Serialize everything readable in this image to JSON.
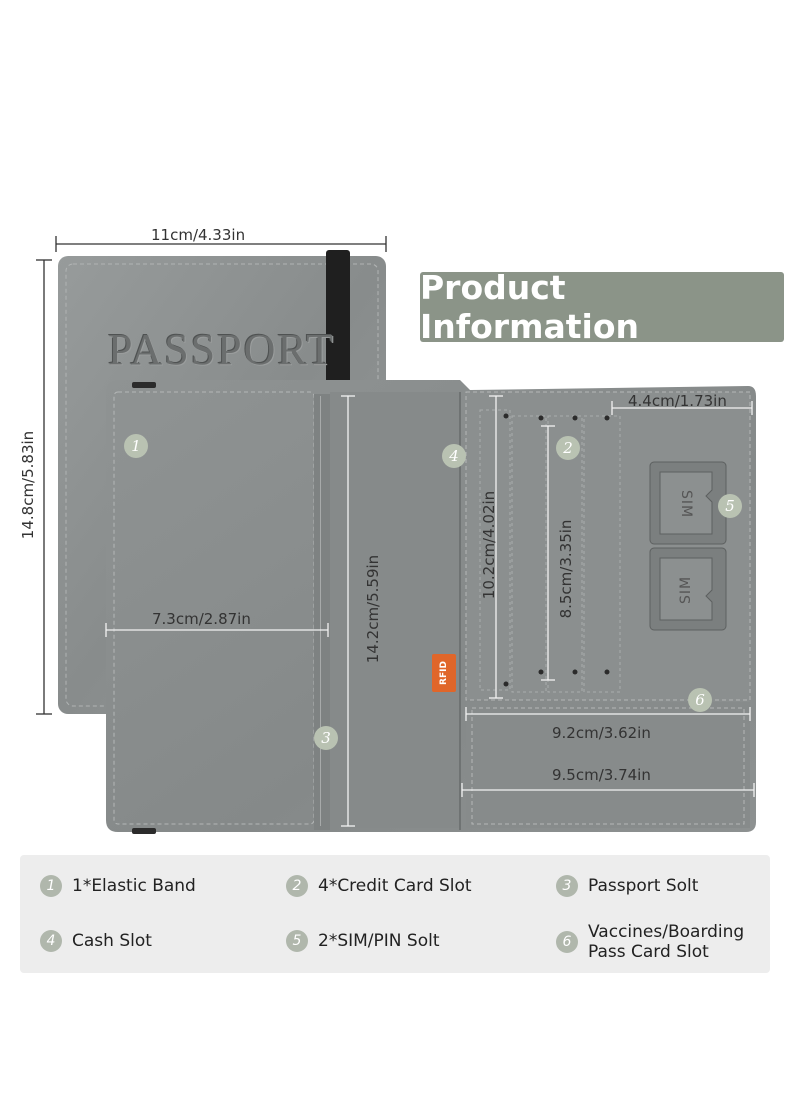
{
  "title": "Product Information",
  "cover": {
    "word": "PASSPORT"
  },
  "dimensions": {
    "cover_width": "11cm/4.33in",
    "cover_height": "14.8cm/5.83in",
    "left_panel_width": "7.3cm/2.87in",
    "inner_height": "14.2cm/5.59in",
    "card_slot_height": "10.2cm/4.02in",
    "card_slot_inner_height": "8.5cm/3.35in",
    "sim_area_width": "4.4cm/1.73in",
    "pocket_width": "9.2cm/3.62in",
    "right_panel_width": "9.5cm/3.74in"
  },
  "markers": [
    "1",
    "2",
    "3",
    "4",
    "5",
    "6"
  ],
  "sim": {
    "label": "SIM"
  },
  "rfid": {
    "label": "RFID"
  },
  "legend": [
    {
      "num": "1",
      "label": "1*Elastic Band"
    },
    {
      "num": "2",
      "label": "4*Credit Card Slot"
    },
    {
      "num": "3",
      "label": "Passport Solt"
    },
    {
      "num": "4",
      "label": "Cash Slot"
    },
    {
      "num": "5",
      "label": "2*SIM/PIN Solt"
    },
    {
      "num": "6",
      "label": "Vaccines/Boarding Pass Card Slot"
    }
  ],
  "colors": {
    "leather": "#8e9292",
    "leather_dark": "#7d8181",
    "title_bg": "#8b9488",
    "legend_bg": "#ededed",
    "marker": "#b9c2b2",
    "rfid": "#e0662a"
  }
}
